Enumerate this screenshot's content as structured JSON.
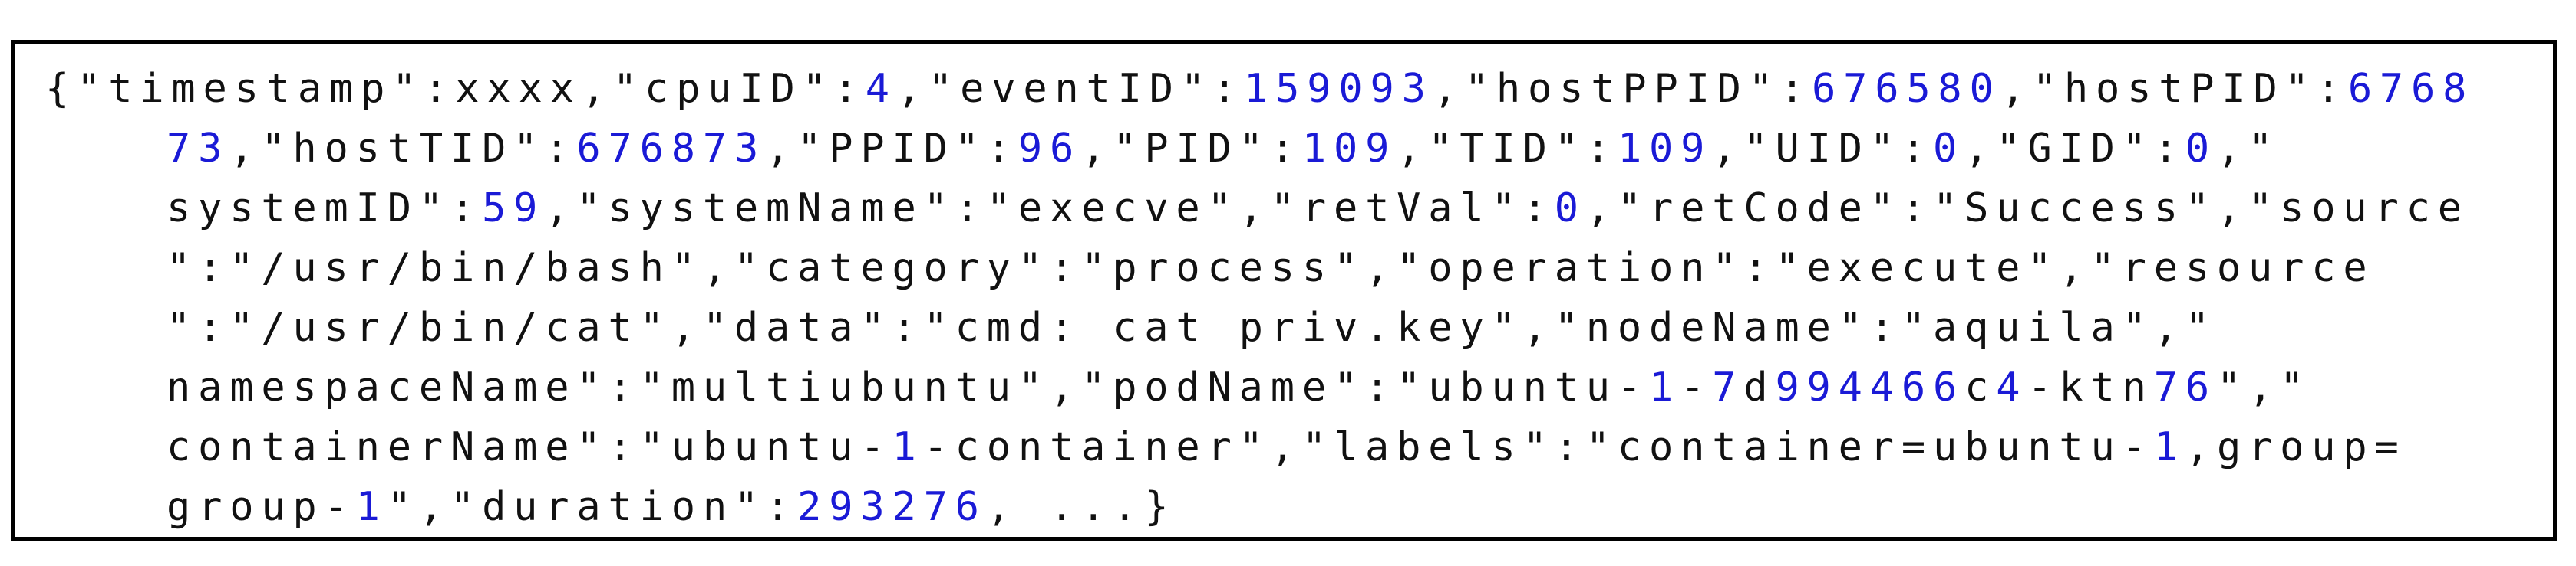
{
  "listing": {
    "lines": [
      {
        "indent": false,
        "segments": [
          {
            "t": "{\"timestamp\":xxxx,\"cpuID\":"
          },
          {
            "t": "4",
            "num": true
          },
          {
            "t": ",\"eventID\":"
          },
          {
            "t": "159093",
            "num": true
          },
          {
            "t": ",\"hostPPID\":"
          },
          {
            "t": "676580",
            "num": true
          },
          {
            "t": ",\"hostPID\":"
          },
          {
            "t": "6768",
            "num": true
          }
        ]
      },
      {
        "indent": true,
        "segments": [
          {
            "t": "73",
            "num": true
          },
          {
            "t": ",\"hostTID\":"
          },
          {
            "t": "676873",
            "num": true
          },
          {
            "t": ",\"PPID\":"
          },
          {
            "t": "96",
            "num": true
          },
          {
            "t": ",\"PID\":"
          },
          {
            "t": "109",
            "num": true
          },
          {
            "t": ",\"TID\":"
          },
          {
            "t": "109",
            "num": true
          },
          {
            "t": ",\"UID\":"
          },
          {
            "t": "0",
            "num": true
          },
          {
            "t": ",\"GID\":"
          },
          {
            "t": "0",
            "num": true
          },
          {
            "t": ",\""
          }
        ]
      },
      {
        "indent": true,
        "segments": [
          {
            "t": "systemID\":"
          },
          {
            "t": "59",
            "num": true
          },
          {
            "t": ",\"systemName\":\"execve\",\"retVal\":"
          },
          {
            "t": "0",
            "num": true
          },
          {
            "t": ",\"retCode\":\"Success\",\"source"
          }
        ]
      },
      {
        "indent": true,
        "segments": [
          {
            "t": "\":\"/usr/bin/bash\",\"category\":\"process\",\"operation\":\"execute\",\"resource"
          }
        ]
      },
      {
        "indent": true,
        "segments": [
          {
            "t": "\":\"/usr/bin/cat\",\"data\":\"cmd: cat priv.key\",\"nodeName\":\"aquila\",\""
          }
        ]
      },
      {
        "indent": true,
        "segments": [
          {
            "t": "namespaceName\":\"multiubuntu\",\"podName\":\"ubuntu-"
          },
          {
            "t": "1",
            "num": true
          },
          {
            "t": "-"
          },
          {
            "t": "7",
            "num": true
          },
          {
            "t": "d"
          },
          {
            "t": "994466",
            "num": true
          },
          {
            "t": "c"
          },
          {
            "t": "4",
            "num": true
          },
          {
            "t": "-ktn"
          },
          {
            "t": "76",
            "num": true
          },
          {
            "t": "\",\""
          }
        ]
      },
      {
        "indent": true,
        "segments": [
          {
            "t": "containerName\":\"ubuntu-"
          },
          {
            "t": "1",
            "num": true
          },
          {
            "t": "-container\",\"labels\":\"container=ubuntu-"
          },
          {
            "t": "1",
            "num": true
          },
          {
            "t": ",group="
          }
        ]
      },
      {
        "indent": true,
        "segments": [
          {
            "t": "group-"
          },
          {
            "t": "1",
            "num": true
          },
          {
            "t": "\",\"duration\":"
          },
          {
            "t": "293276",
            "num": true
          },
          {
            "t": ", ...}"
          }
        ]
      }
    ]
  },
  "colors": {
    "text": "#111111",
    "number": "#1a1ad6",
    "border": "#000000",
    "background": "#ffffff"
  }
}
